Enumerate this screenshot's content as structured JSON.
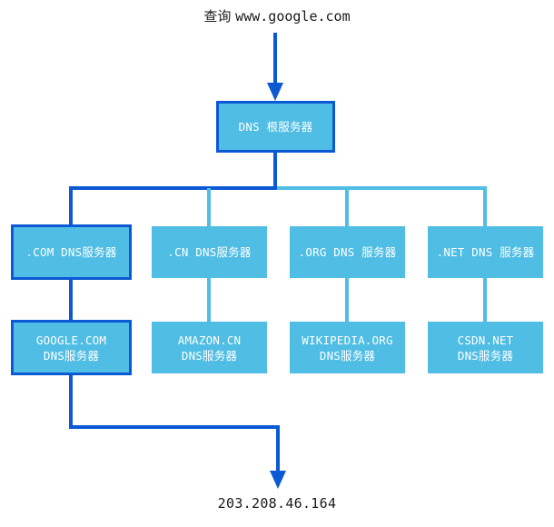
{
  "diagram": {
    "title_caption": "查询 ",
    "query_domain": "www.google.com",
    "result_ip": "203.208.46.164",
    "colors": {
      "node_fill": "#4fbde4",
      "active_border": "#0b59d4",
      "active_edge": "#0b59d4",
      "inactive_edge": "#4fbde4",
      "node_text": "#ffffff",
      "caption_text": "#1a1a1a",
      "background": "#ffffff"
    },
    "nodes": {
      "root": {
        "label": "DNS 根服务器",
        "active": true
      },
      "tld": [
        {
          "label": ".COM DNS服务器",
          "active": true
        },
        {
          "label": ".CN DNS服务器",
          "active": false
        },
        {
          "label": ".ORG DNS 服务器",
          "active": false
        },
        {
          "label": ".NET DNS 服务器",
          "active": false
        }
      ],
      "authoritative": [
        {
          "label": "GOOGLE.COM\nDNS服务器",
          "active": true
        },
        {
          "label": "AMAZON.CN\nDNS服务器",
          "active": false
        },
        {
          "label": "WIKIPEDIA.ORG\nDNS服务器",
          "active": false
        },
        {
          "label": "CSDN.NET\nDNS服务器",
          "active": false
        }
      ]
    }
  }
}
